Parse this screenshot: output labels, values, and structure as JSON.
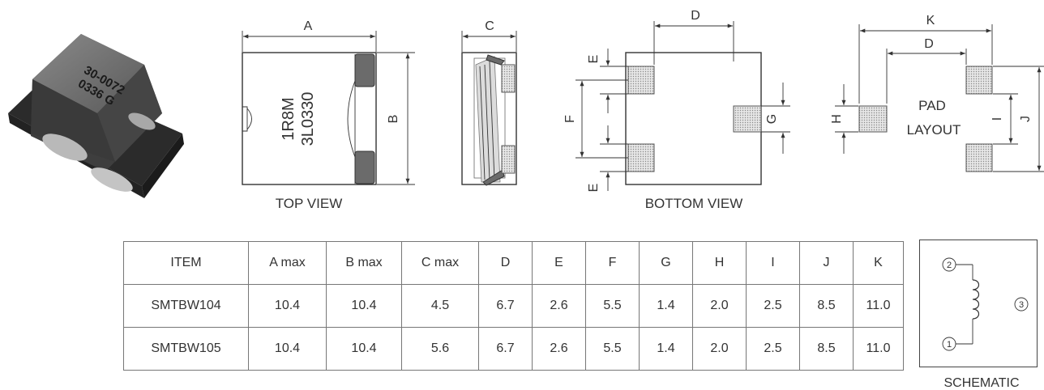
{
  "views": {
    "top_view_label": "TOP VIEW",
    "bottom_view_label": "BOTTOM VIEW",
    "pad_layout_label_1": "PAD",
    "pad_layout_label_2": "LAYOUT",
    "schematic_label": "SCHEMATIC"
  },
  "photo_marking": {
    "line1": "30-0072",
    "line2": "0336 G"
  },
  "top_marking": {
    "line1": "1R8M",
    "line2": "3L0330"
  },
  "dimension_letters": {
    "A": "A",
    "B": "B",
    "C": "C",
    "D": "D",
    "E": "E",
    "F": "F",
    "G": "G",
    "H": "H",
    "I": "I",
    "J": "J",
    "K": "K"
  },
  "table": {
    "headers": [
      "ITEM",
      "A max",
      "B max",
      "C max",
      "D",
      "E",
      "F",
      "G",
      "H",
      "I",
      "J",
      "K"
    ],
    "rows": [
      [
        "SMTBW104",
        "10.4",
        "10.4",
        "4.5",
        "6.7",
        "2.6",
        "5.5",
        "1.4",
        "2.0",
        "2.5",
        "8.5",
        "11.0"
      ],
      [
        "SMTBW105",
        "10.4",
        "10.4",
        "5.6",
        "6.7",
        "2.6",
        "5.5",
        "1.4",
        "2.0",
        "2.5",
        "8.5",
        "11.0"
      ]
    ]
  },
  "schematic": {
    "pin1": "1",
    "pin2": "2",
    "pin3": "3"
  }
}
